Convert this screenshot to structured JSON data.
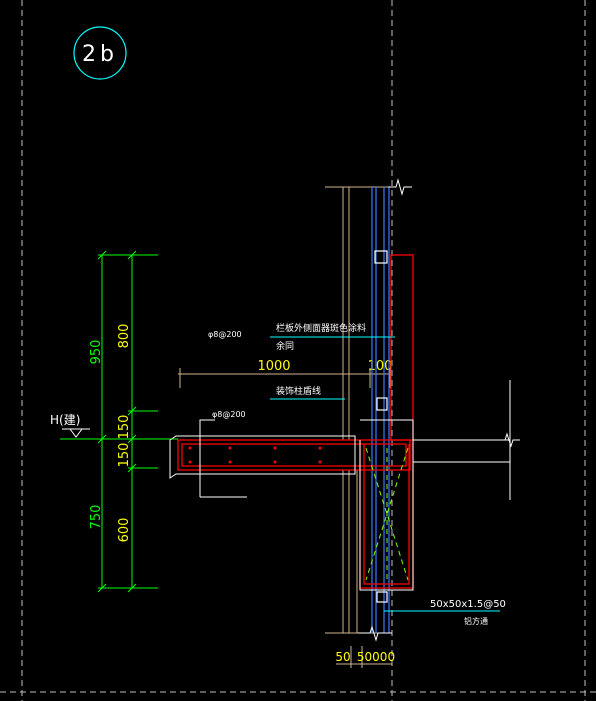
{
  "detail_tag": "2b",
  "dims": {
    "left_950": "950",
    "left_750": "750",
    "right_800": "800",
    "right_150_top": "150",
    "right_150_bot": "150",
    "right_600": "600",
    "width_1000": "1000",
    "width_100": "100",
    "bottom_50": "50",
    "bottom_50000": "50000"
  },
  "level_mark": "H(建)",
  "notes": {
    "rebar_top": "φ8@200",
    "rebar_slab": "φ8@200",
    "note_line1": "栏板外侧面器斑色涂料",
    "note_line2": "余同",
    "decor_line": "装饰柱盾线",
    "steel_spec": "50x50x1.5@50",
    "steel_name": "铝方通"
  },
  "colors": {
    "background": "#000000",
    "green": "#00ff00",
    "yellow": "#ffff00",
    "red": "#ff0000",
    "cyan": "#00ffff",
    "blue": "#3a7bff",
    "white": "#ffffff",
    "tan": "#d2b48c"
  }
}
